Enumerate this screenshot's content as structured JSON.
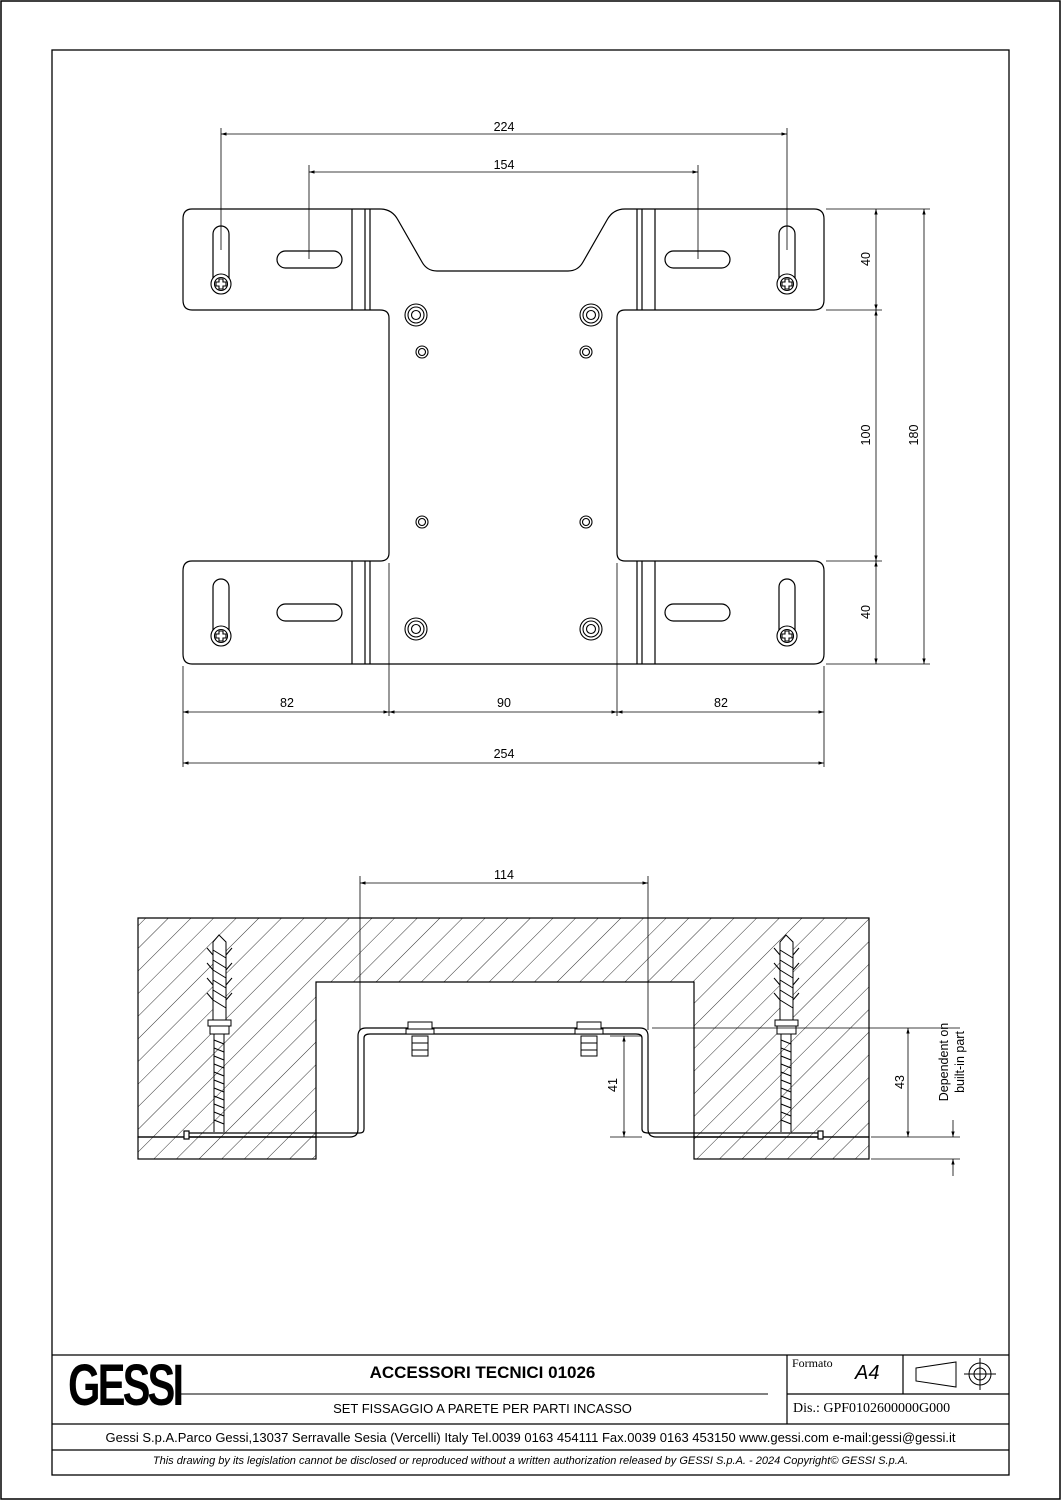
{
  "drawing": {
    "top_view": {
      "dims": {
        "overall_holes": "224",
        "inner_slots": "154",
        "height_top": "40",
        "height_middle": "100",
        "height_total": "180",
        "height_bottom": "40",
        "width_left": "82",
        "width_middle": "90",
        "width_right": "82",
        "width_total": "254"
      }
    },
    "section_view": {
      "dims": {
        "bracket_width": "114",
        "depth_41": "41",
        "depth_43": "43",
        "note_line1": "Dependent on",
        "note_line2": "built-in part"
      }
    }
  },
  "title_block": {
    "logo": "GESSI",
    "title": "ACCESSORI TECNICI 01026",
    "subtitle": "SET FISSAGGIO A PARETE PER PARTI INCASSO",
    "format_label": "Formato",
    "format_value": "A4",
    "drawing_number": "Dis.: GPF0102600000G000",
    "company_info": "Gessi S.p.A.Parco Gessi,13037 Serravalle Sesia (Vercelli) Italy Tel.0039 0163 454111 Fax.0039 0163 453150 www.gessi.com e-mail:gessi@gessi.it",
    "disclaimer": "This drawing by its legislation cannot be disclosed or reproduced without a written authorization released by GESSI S.p.A. - 2024 Copyright© GESSI S.p.A."
  }
}
